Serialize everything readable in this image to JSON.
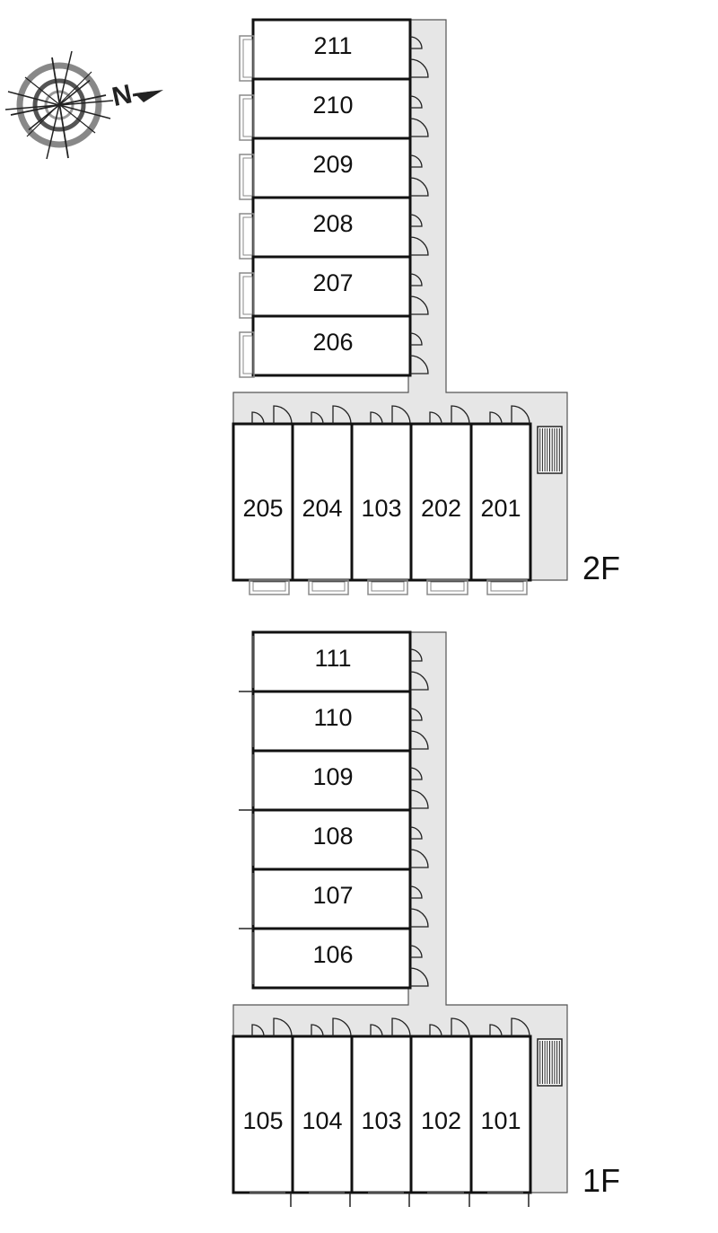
{
  "compass": {
    "north_label": "N"
  },
  "floors": [
    {
      "label": "2F",
      "side_units": [
        "211",
        "210",
        "209",
        "208",
        "207",
        "206"
      ],
      "row_units": [
        "205",
        "204",
        "103",
        "202",
        "201"
      ]
    },
    {
      "label": "1F",
      "side_units": [
        "111",
        "110",
        "109",
        "108",
        "107",
        "106"
      ],
      "row_units": [
        "105",
        "104",
        "103",
        "102",
        "101"
      ]
    }
  ],
  "colors": {
    "corridor": "#e6e6e6",
    "wall": "#111111",
    "balcony": "#8a8a8a"
  }
}
